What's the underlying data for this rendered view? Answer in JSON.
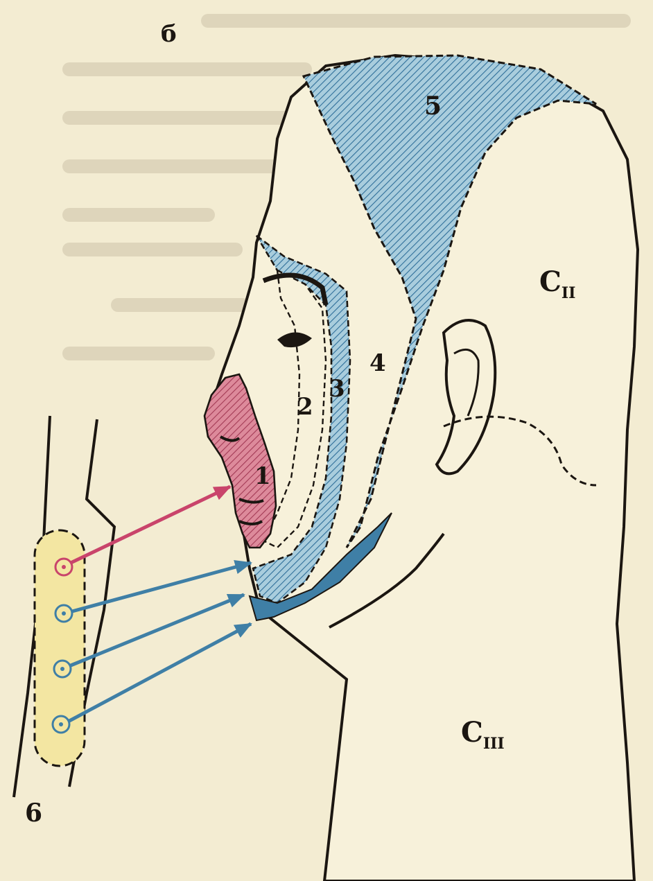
{
  "labels": {
    "figure_letter": "б",
    "zone_1": "1",
    "zone_2": "2",
    "zone_3": "3",
    "zone_4": "4",
    "zone_5": "5",
    "zone_6": "6",
    "c2_main": "C",
    "c2_sub": "II",
    "c3_main": "C",
    "c3_sub": "III"
  },
  "colors": {
    "paper": "#f3ecd2",
    "background_text": "#d9d0b6",
    "outline": "#1b1611",
    "yellow_edge": "#e8c93a",
    "blue_zone": "#9cc4d6",
    "blue_hatch": "#2f6f9a",
    "red_zone": "#d77c8f",
    "red_hatch": "#a33a55",
    "arrow_red": "#c9446b",
    "arrow_blue": "#3f7fa6"
  },
  "icons": [
    "target-ring-icon",
    "arrow-icon"
  ]
}
